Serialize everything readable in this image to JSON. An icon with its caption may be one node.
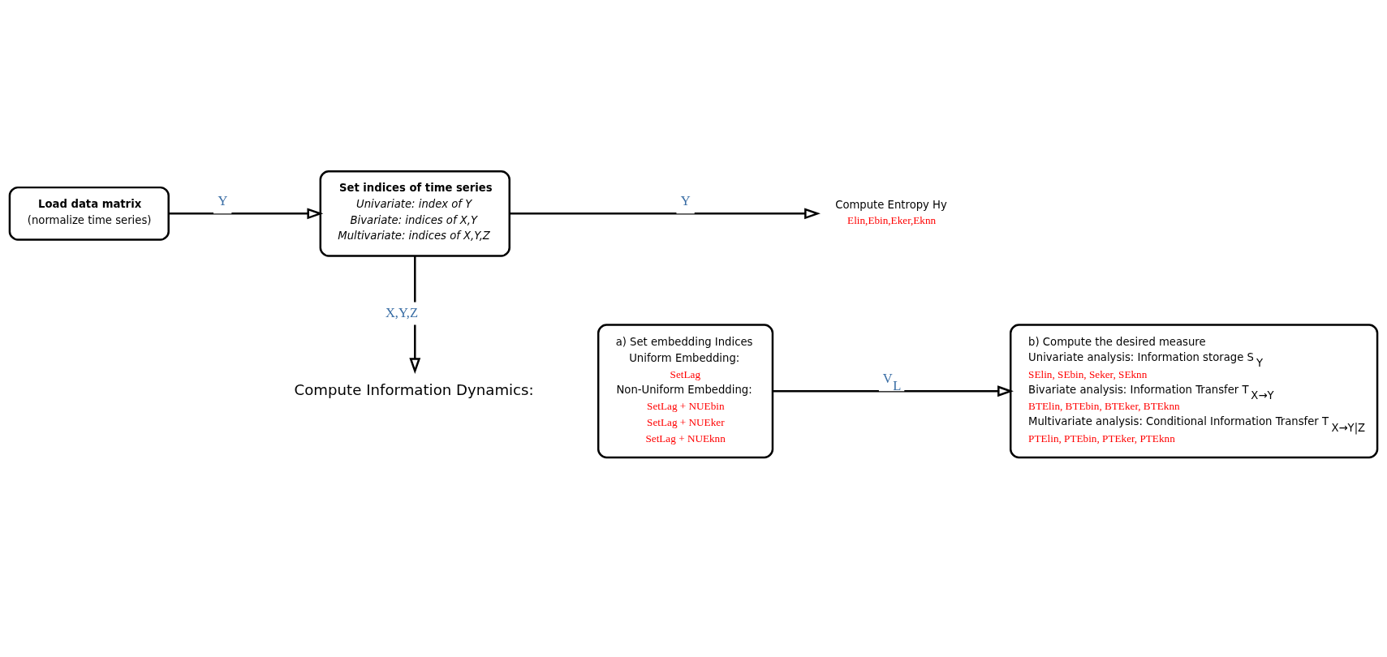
{
  "diagram": {
    "nodes": [
      {
        "text": [
          "Load data matrix",
          "(normalize time series)"
        ]
      },
      {
        "text": [
          "Set indices of time series",
          "Univariate: index of Y",
          "Bivariate: indices of X,Y",
          "Multivariate: indices of X,Y,Z"
        ]
      },
      {
        "text": [
          "Compute Entropy Hy",
          "Elin,Ebin,Eker,Eknn"
        ]
      },
      {
        "text": [
          "Compute Information Dynamics:"
        ]
      },
      {
        "text": [
          "a) Set embedding Indices",
          "Uniform Embedding:",
          "SetLag",
          "Non-Uniform Embedding:",
          "SetLag + NUEbin",
          "SetLag + NUEker",
          "SetLag + NUEknn"
        ]
      },
      {
        "text": [
          "b) Compute the desired measure",
          "Univariate analysis: Information storage S$_{Y}$",
          "SElin, SEbin, Seker, SEknn",
          "Bivariate analysis: Information Transfer T$_{X→Y}$",
          "BTElin, BTEbin, BTEker, BTEknn",
          "Multivariate analysis: Conditional Information Transfer T$_{X→Y|Z}$",
          "PTElin, PTEbin, PTEker, PTEknn"
        ]
      }
    ],
    "edges": [
      {
        "from": 0,
        "to": 1,
        "arrow": "to",
        "label": "Y"
      },
      {
        "from": 1,
        "to": 2,
        "arrow": "to",
        "label": "Y"
      },
      {
        "from": 1,
        "to": 3,
        "arrow": "to",
        "label": "X,Y,Z"
      },
      {
        "from": 4,
        "to": 5,
        "arrow": "to",
        "label": "V$_{L}$"
      }
    ]
  }
}
